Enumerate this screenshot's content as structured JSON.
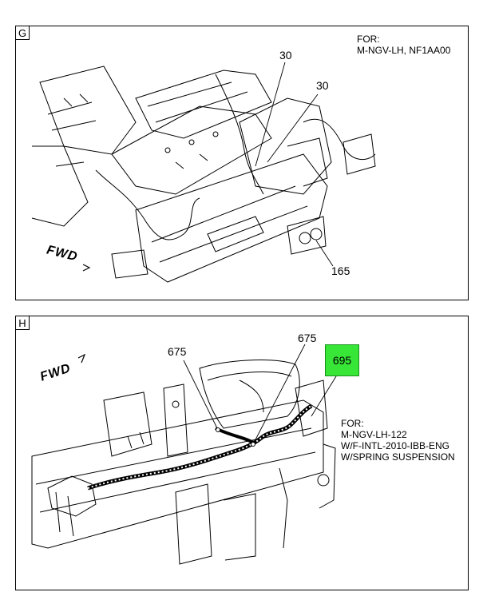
{
  "panel_g": {
    "letter": "G",
    "note_line1": "FOR:",
    "note_line2": "M-NGV-LH, NF1AA00",
    "callouts": [
      "30",
      "30",
      "165"
    ],
    "fwd": "FWD"
  },
  "panel_h": {
    "letter": "H",
    "callouts": [
      "675",
      "675"
    ],
    "highlighted_callout": "695",
    "highlight_color": "#37e637",
    "note_line1": "FOR:",
    "note_line2": "M-NGV-LH-122",
    "note_line3": "W/F-INTL-2010-IBB-ENG",
    "note_line4": "W/SPRING SUSPENSION",
    "fwd": "FWD"
  }
}
